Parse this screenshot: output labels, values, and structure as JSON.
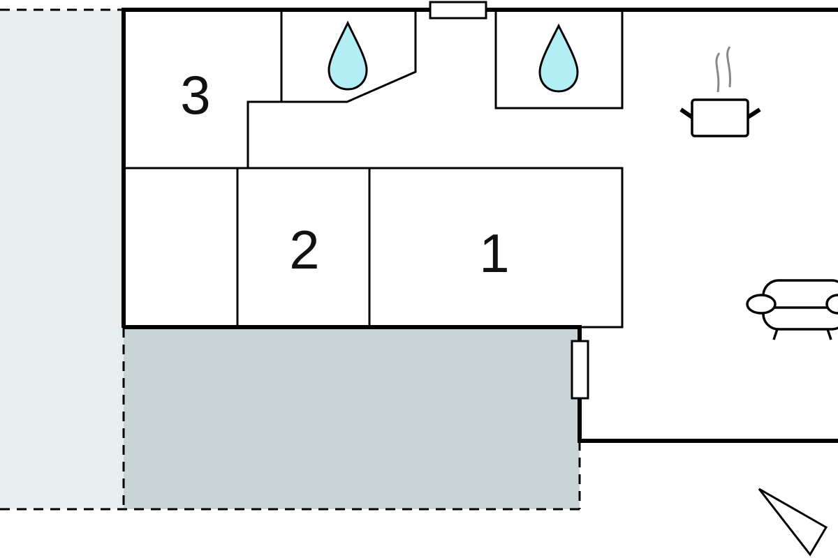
{
  "floorplan": {
    "rooms": [
      {
        "label": "1"
      },
      {
        "label": "2"
      },
      {
        "label": "3"
      }
    ],
    "icons": [
      "water-drop-icon",
      "water-drop-icon",
      "cooking-pot-icon",
      "armchair-icon",
      "north-arrow-icon"
    ],
    "colors": {
      "outside_area": "#e8eded",
      "terrace": "#c8d4d5",
      "water": "#b3eef5",
      "wall": "#000000"
    }
  }
}
